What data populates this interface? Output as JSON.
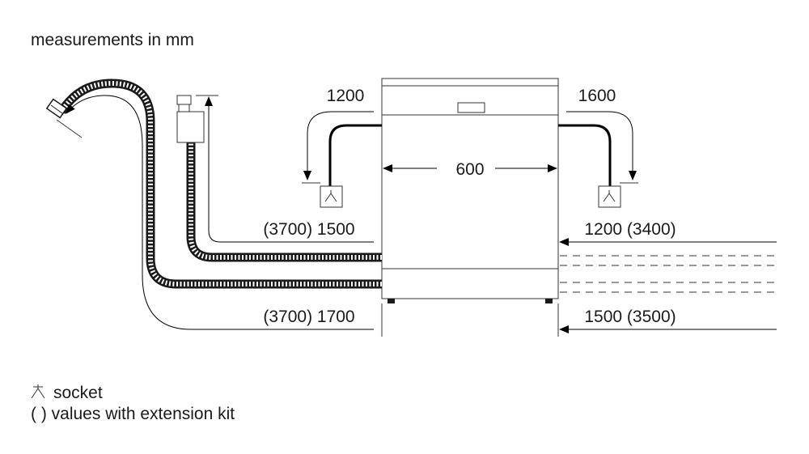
{
  "header": {
    "units_note": "measurements in mm"
  },
  "dimensions": {
    "width": "600",
    "left_cable": "1200",
    "right_cable": "1600",
    "left_upper": "(3700) 1500",
    "left_lower": "(3700) 1700",
    "right_upper": "1200 (3400)",
    "right_lower": "1500 (3500)"
  },
  "legend": {
    "socket": "socket",
    "parens": "( ) values with extension kit"
  },
  "colors": {
    "line": "#1a1a1a",
    "background": "#ffffff"
  },
  "icons": [
    "socket-icon",
    "water-tap-hose-connector-icon",
    "drain-connector-icon",
    "arrow-icon"
  ]
}
